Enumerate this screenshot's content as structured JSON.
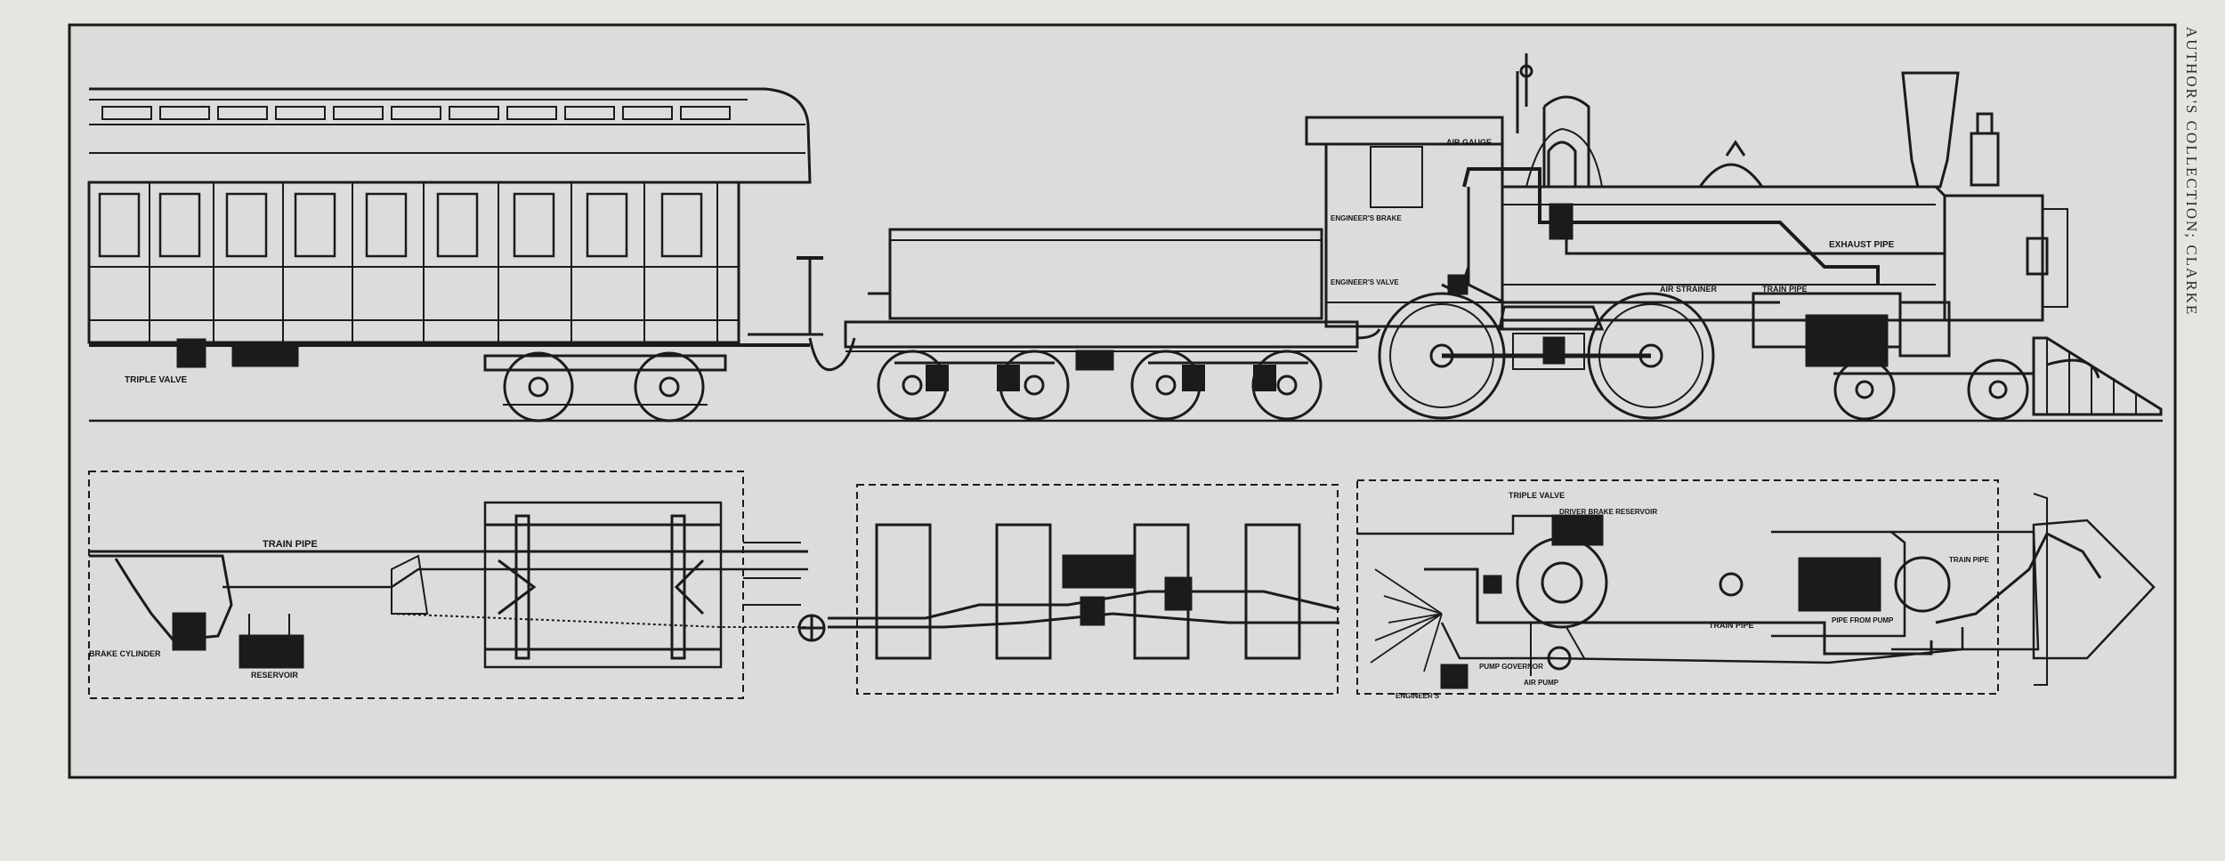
{
  "credit": "AUTHOR'S COLLECTION; CLARKE",
  "labels": {
    "triple_valve_car": "TRIPLE VALVE",
    "air_gauge": "AIR GAUGE",
    "engineers_brake_cock": "ENGINEER'S BRAKE",
    "engineers_valve": "ENGINEER'S VALVE",
    "exhaust_pipe": "EXHAUST PIPE",
    "air_strainer": "AIR STRAINER",
    "train_pipe_side": "TRAIN PIPE",
    "train_pipe_plan": "TRAIN PIPE",
    "brake_cylinder": "BRAKE CYLINDER",
    "reservoir": "RESERVOIR",
    "triple_valve_plan": "TRIPLE VALVE",
    "driver_brake_reservoir": "DRIVER BRAKE RESERVOIR",
    "train_pipe_loco_plan": "TRAIN PIPE",
    "pipe_from_pump": "PIPE FROM PUMP",
    "train_pipe_front": "TRAIN PIPE",
    "pump_governor": "PUMP GOVERNOR",
    "air_pump": "AIR PUMP",
    "engineers_plan": "ENGINEER'S"
  }
}
